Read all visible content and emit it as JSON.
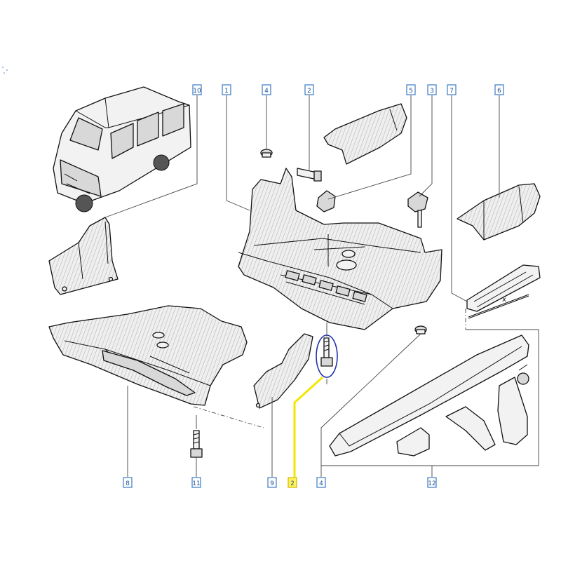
{
  "diagram": {
    "callouts": [
      {
        "id": "10",
        "label": "10"
      },
      {
        "id": "1",
        "label": "1"
      },
      {
        "id": "4a",
        "label": "4"
      },
      {
        "id": "2a",
        "label": "2"
      },
      {
        "id": "5",
        "label": "5"
      },
      {
        "id": "3",
        "label": "3"
      },
      {
        "id": "7",
        "label": "7"
      },
      {
        "id": "6",
        "label": "6"
      },
      {
        "id": "8",
        "label": "8"
      },
      {
        "id": "11",
        "label": "11"
      },
      {
        "id": "9",
        "label": "9"
      },
      {
        "id": "2b",
        "label": "2",
        "highlighted": true
      },
      {
        "id": "4b",
        "label": "4"
      },
      {
        "id": "12",
        "label": "12"
      }
    ],
    "dimension_label": "x",
    "highlight_colors": {
      "callout_fill": "#fff45a",
      "leader": "#f5e600",
      "bolt_circle": "#2233aa"
    }
  }
}
